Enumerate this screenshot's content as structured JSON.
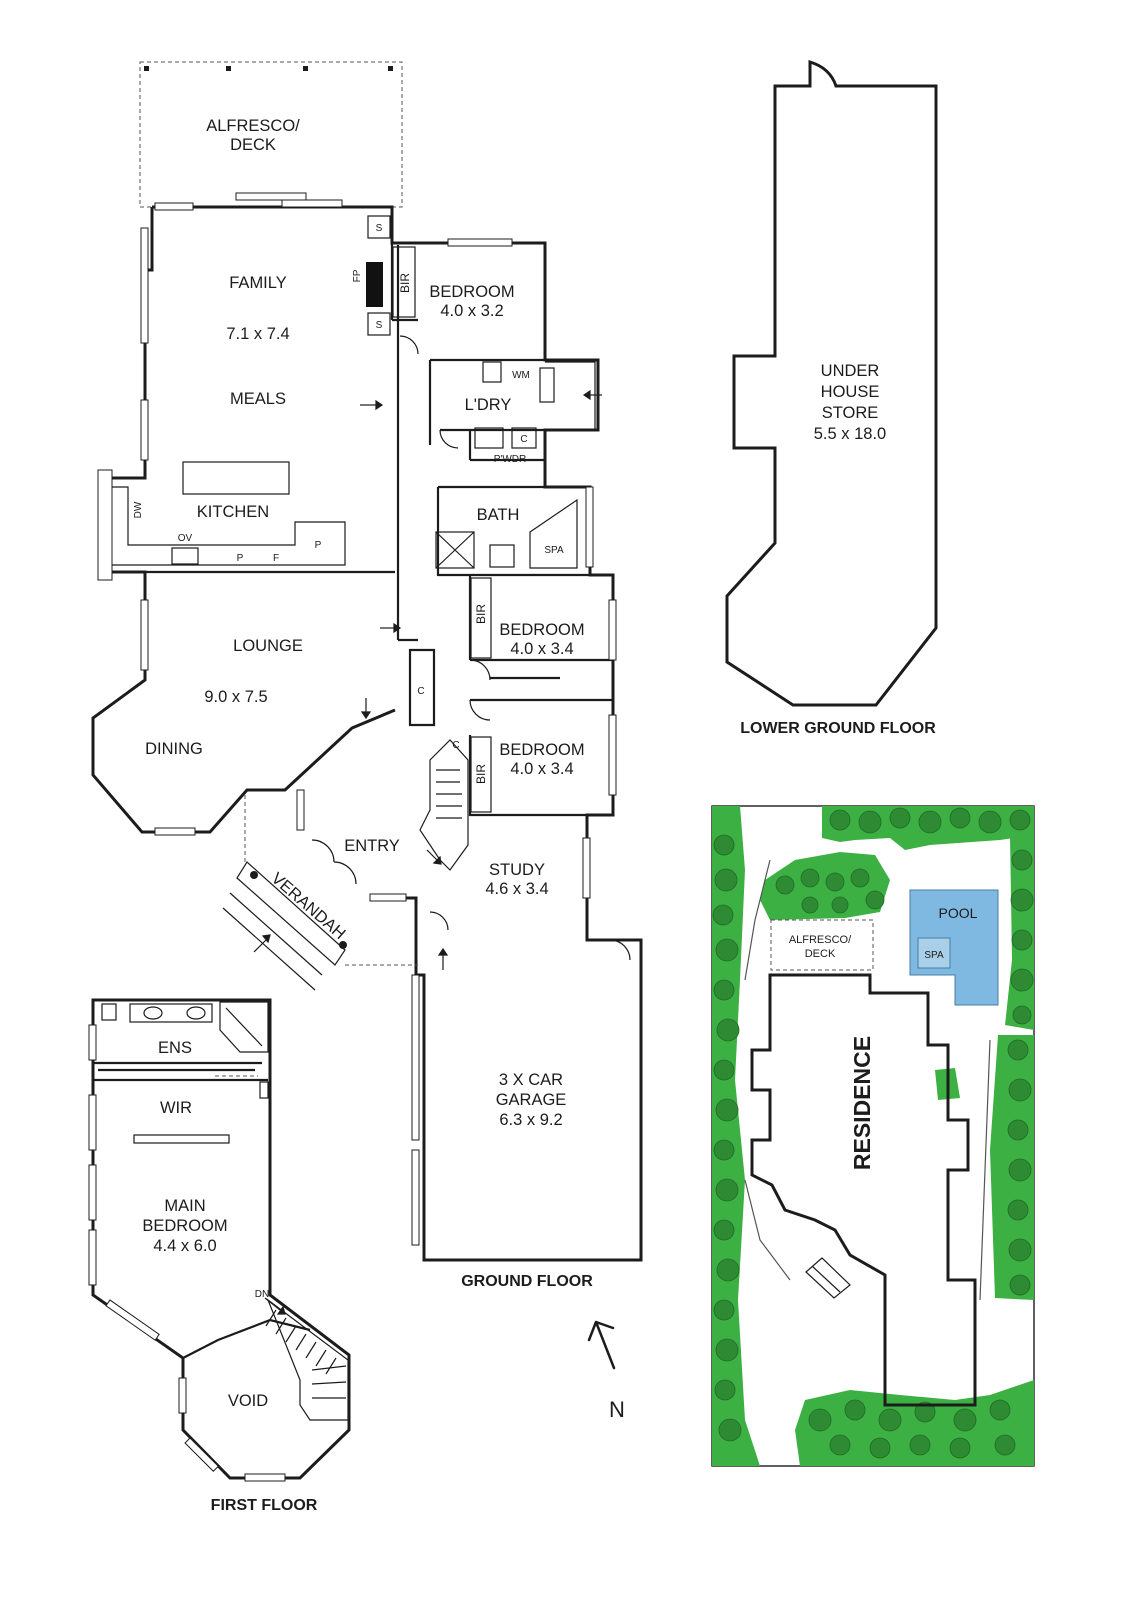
{
  "colors": {
    "wall": "#1c1c1c",
    "garden": "#3cb043",
    "garden_dark": "#2e8b34",
    "pool": "#7fb8e0",
    "spa": "#a9cfe9",
    "fireplace": "#111111"
  },
  "ground_floor": {
    "title": "GROUND FLOOR",
    "alfresco_line1": "ALFRESCO/",
    "alfresco_line2": "DECK",
    "family": "FAMILY",
    "family_dim": "7.1 x 7.4",
    "meals": "MEALS",
    "kitchen": "KITCHEN",
    "dw": "DW",
    "ov": "OV",
    "pantry_p": "P",
    "fridge_f": "F",
    "lounge": "LOUNGE",
    "lounge_dim": "9.0 x 7.5",
    "dining": "DINING",
    "fp": "FP",
    "s": "S",
    "bir": "BIR",
    "bedroom": "BEDROOM",
    "bedroom1_dim": "4.0 x 3.2",
    "bedroom2_dim": "4.0 x 3.4",
    "bedroom3_dim": "4.0 x 3.4",
    "wm": "WM",
    "laundry": "L'DRY",
    "c": "C",
    "powder": "P'WDR",
    "bath": "BATH",
    "spa": "SPA",
    "entry": "ENTRY",
    "verandah": "VERANDAH",
    "study": "STUDY",
    "study_dim": "4.6 x 3.4",
    "garage_line1": "3 X CAR",
    "garage_line2": "GARAGE",
    "garage_dim": "6.3 x 9.2"
  },
  "lower_ground_floor": {
    "title": "LOWER GROUND FLOOR",
    "line1": "UNDER",
    "line2": "HOUSE",
    "line3": "STORE",
    "dim": "5.5 x 18.0"
  },
  "first_floor": {
    "title": "FIRST FLOOR",
    "ens": "ENS",
    "wir": "WIR",
    "main_line1": "MAIN",
    "main_line2": "BEDROOM",
    "main_dim": "4.4 x 6.0",
    "dn": "DN",
    "void": "VOID"
  },
  "site_plan": {
    "pool": "POOL",
    "spa": "SPA",
    "alfresco_line1": "ALFRESCO/",
    "alfresco_line2": "DECK",
    "residence": "RESIDENCE"
  },
  "compass": {
    "north": "N"
  }
}
